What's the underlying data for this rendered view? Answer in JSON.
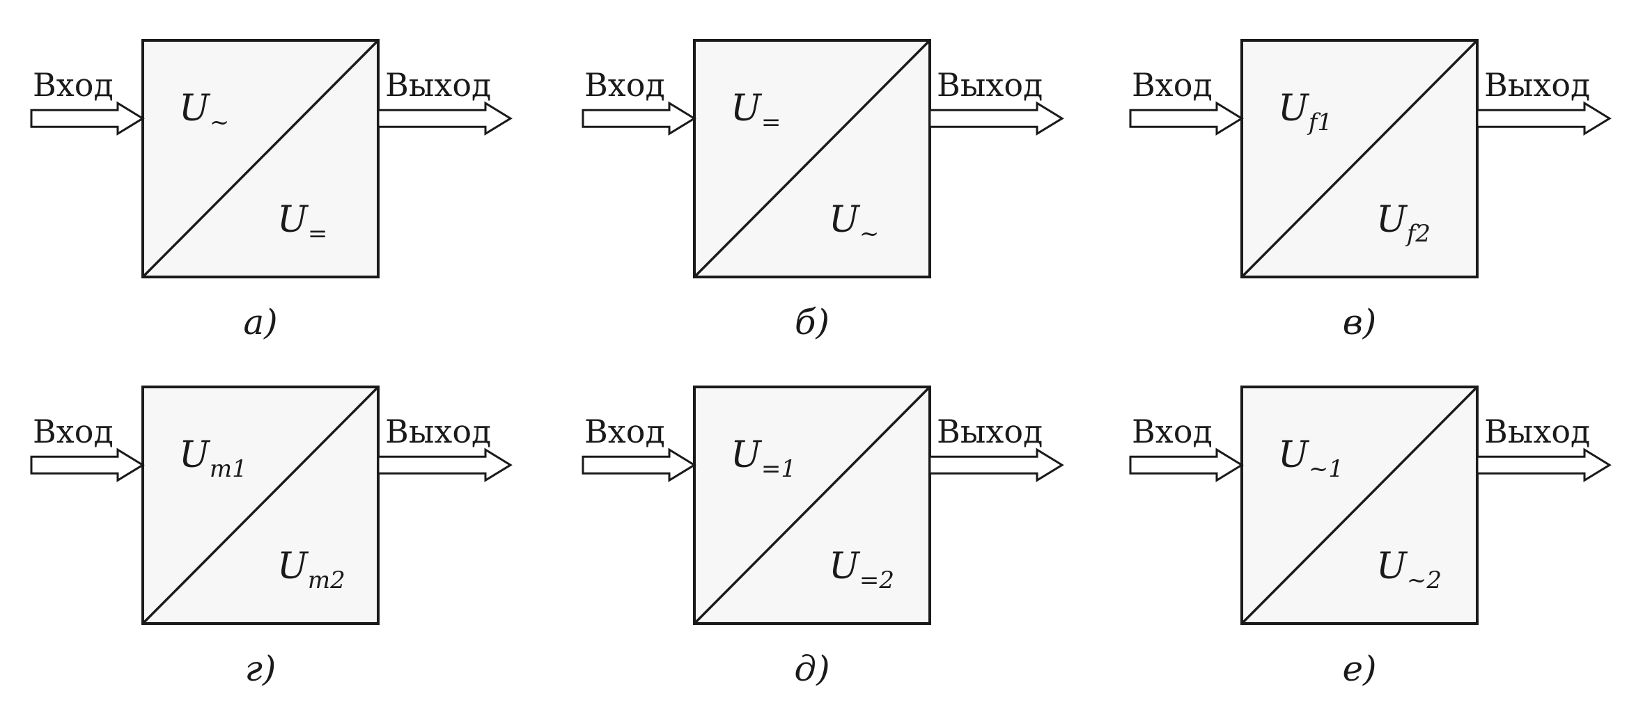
{
  "io": {
    "input_label": "Вход",
    "output_label": "Выход"
  },
  "blocks": [
    {
      "top_symbol": "U",
      "top_sub": "~",
      "bottom_symbol": "U",
      "bottom_sub": "=",
      "caption": "а)"
    },
    {
      "top_symbol": "U",
      "top_sub": "=",
      "bottom_symbol": "U",
      "bottom_sub": "~",
      "caption": "б)"
    },
    {
      "top_symbol": "U",
      "top_sub": "f1",
      "bottom_symbol": "U",
      "bottom_sub": "f2",
      "caption": "в)"
    },
    {
      "top_symbol": "U",
      "top_sub": "m1",
      "bottom_symbol": "U",
      "bottom_sub": "m2",
      "caption": "г)"
    },
    {
      "top_symbol": "U",
      "top_sub": "=1",
      "bottom_symbol": "U",
      "bottom_sub": "=2",
      "caption": "д)"
    },
    {
      "top_symbol": "U",
      "top_sub": "~1",
      "bottom_symbol": "U",
      "bottom_sub": "~2",
      "caption": "е)"
    }
  ]
}
